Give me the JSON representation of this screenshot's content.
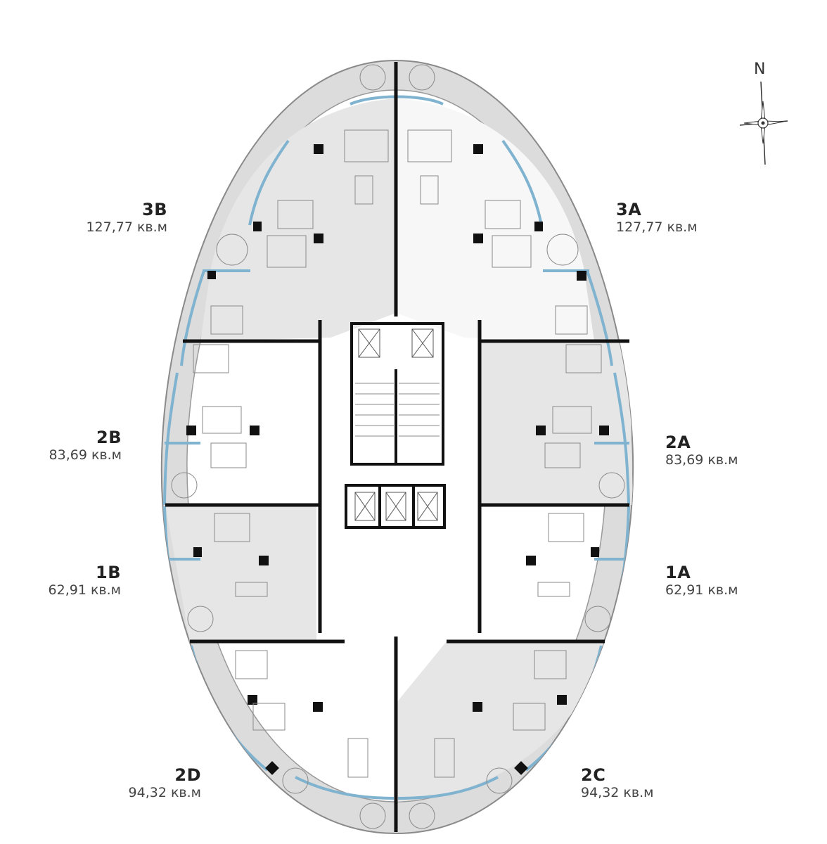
{
  "compass": {
    "north_label": "N"
  },
  "units": [
    {
      "id": "3B",
      "code": "3B",
      "area": "127,77",
      "unit": "кв.м"
    },
    {
      "id": "3A",
      "code": "3A",
      "area": "127,77",
      "unit": "кв.м"
    },
    {
      "id": "2B",
      "code": "2B",
      "area": "83,69",
      "unit": "кв.м"
    },
    {
      "id": "2A",
      "code": "2A",
      "area": "83,69",
      "unit": "кв.м"
    },
    {
      "id": "1B",
      "code": "1B",
      "area": "62,91",
      "unit": "кв.м"
    },
    {
      "id": "1A",
      "code": "1A",
      "area": "62,91",
      "unit": "кв.м"
    },
    {
      "id": "2D",
      "code": "2D",
      "area": "94,32",
      "unit": "кв.м"
    },
    {
      "id": "2C",
      "code": "2C",
      "area": "94,32",
      "unit": "кв.м"
    }
  ],
  "colors": {
    "glazing": "#7fb3cf",
    "wall": "#111111",
    "shaded_unit": "#e4e4e4",
    "terrace": "#d6d6d6",
    "line": "#777777"
  }
}
